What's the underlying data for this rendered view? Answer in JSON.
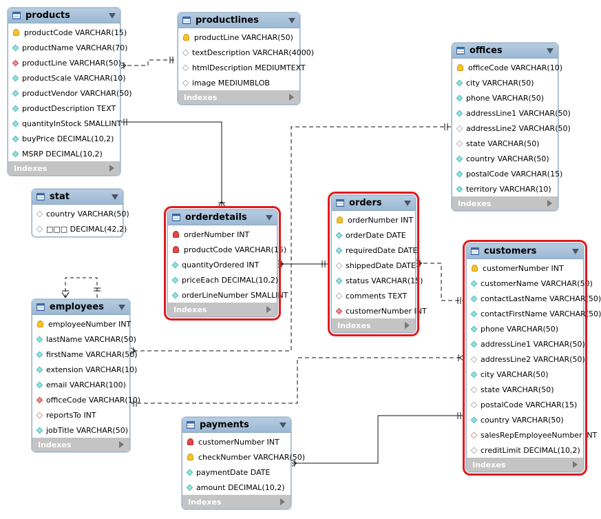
{
  "tables": {
    "products": {
      "name": "products",
      "indexes": "Indexes",
      "cols": [
        {
          "k": "pk",
          "t": "productCode VARCHAR(15)"
        },
        {
          "k": "d",
          "t": "productName VARCHAR(70)"
        },
        {
          "k": "fk",
          "t": "productLine VARCHAR(50)"
        },
        {
          "k": "d",
          "t": "productScale VARCHAR(10)"
        },
        {
          "k": "d",
          "t": "productVendor VARCHAR(50)"
        },
        {
          "k": "d",
          "t": "productDescription TEXT"
        },
        {
          "k": "d",
          "t": "quantityInStock SMALLINT"
        },
        {
          "k": "d",
          "t": "buyPrice DECIMAL(10,2)"
        },
        {
          "k": "d",
          "t": "MSRP DECIMAL(10,2)"
        }
      ]
    },
    "productlines": {
      "name": "productlines",
      "indexes": "Indexes",
      "cols": [
        {
          "k": "pk",
          "t": "productLine VARCHAR(50)"
        },
        {
          "k": "o",
          "t": "textDescription VARCHAR(4000)"
        },
        {
          "k": "o",
          "t": "htmlDescription MEDIUMTEXT"
        },
        {
          "k": "o",
          "t": "image MEDIUMBLOB"
        }
      ]
    },
    "offices": {
      "name": "offices",
      "indexes": "Indexes",
      "cols": [
        {
          "k": "pk",
          "t": "officeCode VARCHAR(10)"
        },
        {
          "k": "d",
          "t": "city VARCHAR(50)"
        },
        {
          "k": "d",
          "t": "phone VARCHAR(50)"
        },
        {
          "k": "d",
          "t": "addressLine1 VARCHAR(50)"
        },
        {
          "k": "o",
          "t": "addressLine2 VARCHAR(50)"
        },
        {
          "k": "o",
          "t": "state VARCHAR(50)"
        },
        {
          "k": "d",
          "t": "country VARCHAR(50)"
        },
        {
          "k": "d",
          "t": "postalCode VARCHAR(15)"
        },
        {
          "k": "d",
          "t": "territory VARCHAR(10)"
        }
      ]
    },
    "stat": {
      "name": "stat",
      "cols": [
        {
          "k": "o",
          "t": "country VARCHAR(50)"
        },
        {
          "k": "o",
          "t": "□□□ DECIMAL(42,2)"
        }
      ]
    },
    "orderdetails": {
      "name": "orderdetails",
      "indexes": "Indexes",
      "cols": [
        {
          "k": "pf",
          "t": "orderNumber INT"
        },
        {
          "k": "pf",
          "t": "productCode VARCHAR(15)"
        },
        {
          "k": "d",
          "t": "quantityOrdered INT"
        },
        {
          "k": "d",
          "t": "priceEach DECIMAL(10,2)"
        },
        {
          "k": "d",
          "t": "orderLineNumber SMALLINT"
        }
      ]
    },
    "orders": {
      "name": "orders",
      "indexes": "Indexes",
      "cols": [
        {
          "k": "pk",
          "t": "orderNumber INT"
        },
        {
          "k": "d",
          "t": "orderDate DATE"
        },
        {
          "k": "d",
          "t": "requiredDate DATE"
        },
        {
          "k": "o",
          "t": "shippedDate DATE"
        },
        {
          "k": "d",
          "t": "status VARCHAR(15)"
        },
        {
          "k": "o",
          "t": "comments TEXT"
        },
        {
          "k": "fk",
          "t": "customerNumber INT"
        }
      ]
    },
    "customers": {
      "name": "customers",
      "indexes": "Indexes",
      "cols": [
        {
          "k": "pk",
          "t": "customerNumber INT"
        },
        {
          "k": "d",
          "t": "customerName VARCHAR(50)"
        },
        {
          "k": "d",
          "t": "contactLastName VARCHAR(50)"
        },
        {
          "k": "d",
          "t": "contactFirstName VARCHAR(50)"
        },
        {
          "k": "d",
          "t": "phone VARCHAR(50)"
        },
        {
          "k": "d",
          "t": "addressLine1 VARCHAR(50)"
        },
        {
          "k": "o",
          "t": "addressLine2 VARCHAR(50)"
        },
        {
          "k": "d",
          "t": "city VARCHAR(50)"
        },
        {
          "k": "o",
          "t": "state VARCHAR(50)"
        },
        {
          "k": "o",
          "t": "postalCode VARCHAR(15)"
        },
        {
          "k": "d",
          "t": "country VARCHAR(50)"
        },
        {
          "k": "ofk",
          "t": "salesRepEmployeeNumber INT"
        },
        {
          "k": "o",
          "t": "creditLimit DECIMAL(10,2)"
        }
      ]
    },
    "employees": {
      "name": "employees",
      "indexes": "Indexes",
      "cols": [
        {
          "k": "pk",
          "t": "employeeNumber INT"
        },
        {
          "k": "d",
          "t": "lastName VARCHAR(50)"
        },
        {
          "k": "d",
          "t": "firstName VARCHAR(50)"
        },
        {
          "k": "d",
          "t": "extension VARCHAR(10)"
        },
        {
          "k": "d",
          "t": "email VARCHAR(100)"
        },
        {
          "k": "fk",
          "t": "officeCode VARCHAR(10)"
        },
        {
          "k": "ofk",
          "t": "reportsTo INT"
        },
        {
          "k": "d",
          "t": "jobTitle VARCHAR(50)"
        }
      ]
    },
    "payments": {
      "name": "payments",
      "indexes": "Indexes",
      "cols": [
        {
          "k": "pf",
          "t": "customerNumber INT"
        },
        {
          "k": "pk",
          "t": "checkNumber VARCHAR(50)"
        },
        {
          "k": "d",
          "t": "paymentDate DATE"
        },
        {
          "k": "d",
          "t": "amount DECIMAL(10,2)"
        }
      ]
    }
  },
  "highlight_color": "#e0191c",
  "header_color": "#a9c4dc"
}
